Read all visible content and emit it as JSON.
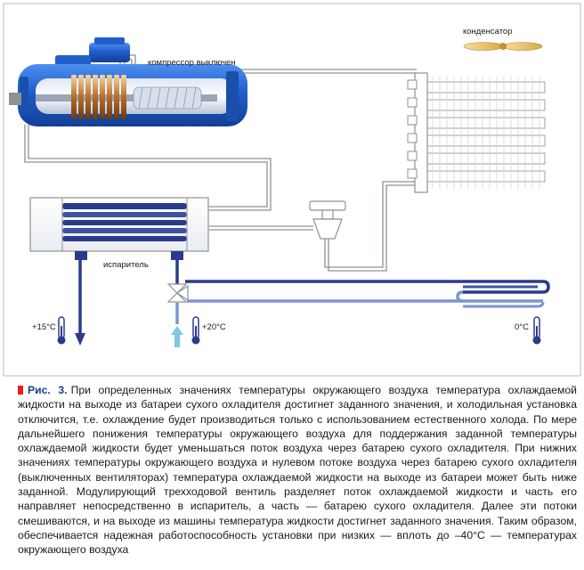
{
  "figure": {
    "labels": {
      "condenser": "конденсатор",
      "compressor": "компрессор выключен",
      "evaporator": "испаритель",
      "temp_left": "+15°C",
      "temp_mid": "+20°C",
      "temp_right": "0°C"
    }
  },
  "caption": {
    "fig_number": "Рис. 3.",
    "text": "При определенных значениях температуры окружающего воздуха температура охлаждаемой жидкости на выходе из батареи сухого охладителя достигнет заданного значения, и холодильная установка отключится, т.е. охлаждение будет производиться только с использованием естественного холода. По мере дальнейшего понижения температуры окружающего воздуха для поддержания заданной температуры охлаждаемой жидкости будет уменьшаться поток воздуха через батарею сухого охладителя. При нижних значениях температуры окружающего воздуха и нулевом потоке воздуха через батарею сухого охладителя (выключенных вентиляторах) температура охлаждаемой жидкости на выходе из батареи может быть ниже заданной. Модулирующий трехходовой вентиль разделяет поток охлаждаемой жидкости и часть его направляет непосредственно в испаритель, а часть — батарею сухого охладителя. Далее эти потоки смешиваются, и на выходе из машины температура жидкости достигнет заданного значения. Таким образом, обеспечивается надежная работоспособность установки при низких — вплоть до –40°C — температурах окружающего воздуха"
  },
  "colors": {
    "frame": "#b9bcc0",
    "pipe": "#8d9196",
    "pipe_dark": "#2a3b8c",
    "pipe_light": "#7d96d0",
    "compressor_blue": "#1f5ecb",
    "caption_marker": "#e32120",
    "fig_number": "#1a3d8f"
  },
  "icons": [
    "condenser-fan-icon",
    "thermometer-icon",
    "flow-arrow-up-icon",
    "flow-arrow-down-icon",
    "three-way-valve-icon",
    "expansion-valve-icon"
  ]
}
